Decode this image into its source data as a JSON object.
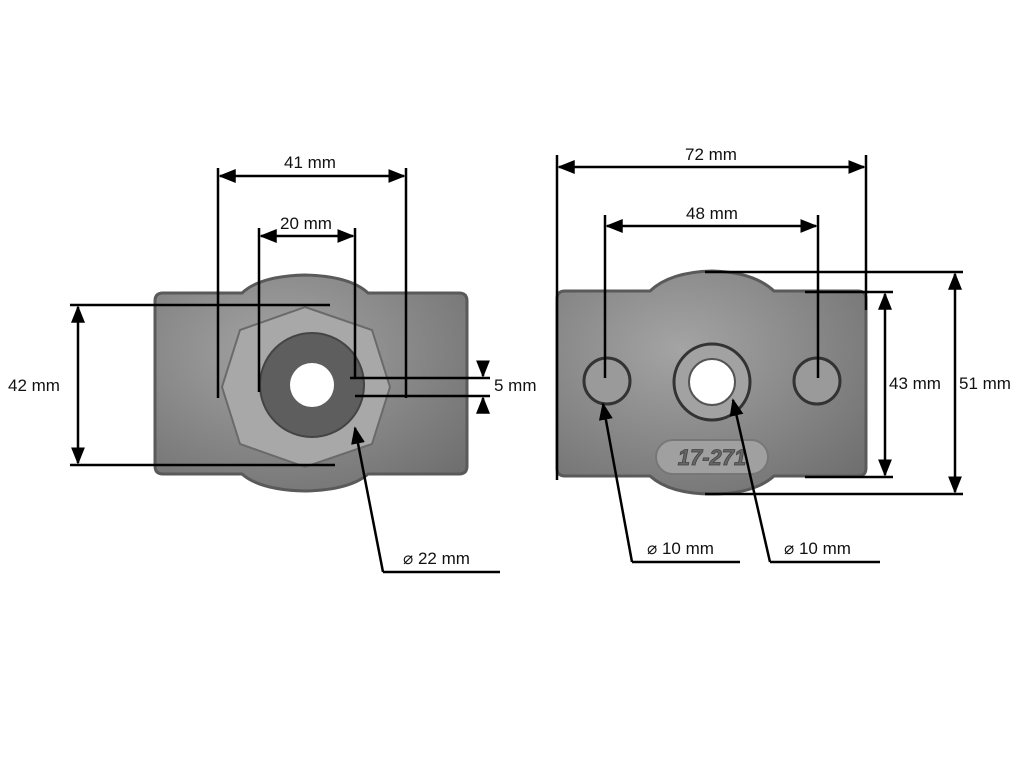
{
  "part_code": "17-271",
  "left_view": {
    "width_outer": "41 mm",
    "width_inner": "20 mm",
    "height": "42 mm",
    "key_slot": "5 mm",
    "bore_diameter": "⌀ 22 mm"
  },
  "right_view": {
    "total_width": "72 mm",
    "hole_spacing": "48 mm",
    "body_height": "43 mm",
    "total_height": "51 mm",
    "side_hole_diameter": "⌀ 10 mm",
    "center_hole_diameter": "⌀ 10 mm"
  },
  "colors": {
    "metal": "#8a8a8a",
    "dimension": "#000000"
  }
}
